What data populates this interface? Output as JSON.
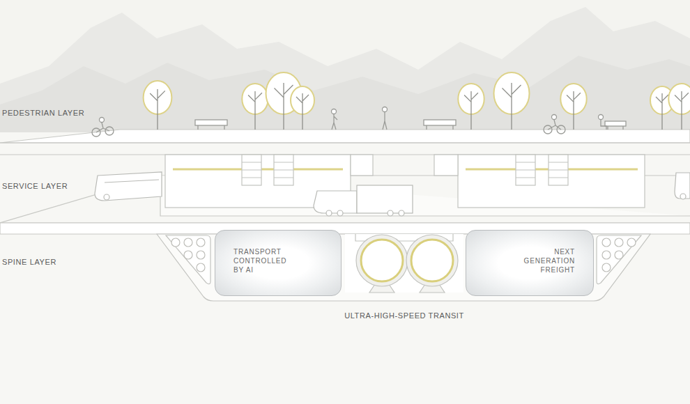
{
  "diagram": {
    "nodes": [
      {
        "text": [
          "TRANSPORT CONTROLLED BY AI"
        ]
      },
      {
        "text": [
          "NEXT GENERATION FREIGHT"
        ]
      }
    ],
    "labels": [
      "PEDESTRIAN LAYER",
      "SERVICE LAYER",
      "SPINE LAYER",
      "ULTRA-HIGH-SPEED TRANSIT"
    ]
  }
}
